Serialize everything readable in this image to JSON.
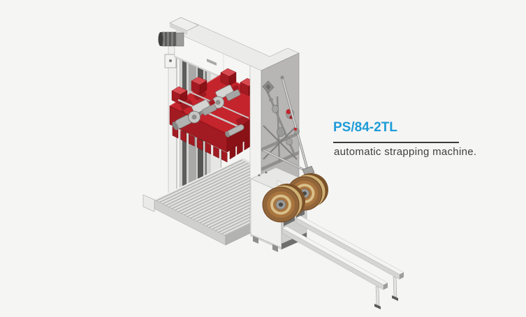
{
  "page": {
    "background": "#f5f5f4"
  },
  "product": {
    "model": "PS/84-2TL",
    "description": "automatic strapping machine."
  },
  "palette": {
    "background": "#f5f5f4",
    "accent_blue": "#1e9cd7",
    "text_dark": "#3f3f3f",
    "divider_dark": "#3a3a3a",
    "machine_red": "#c4242c",
    "machine_red_dark": "#a31b22",
    "machine_red_darker": "#8a1217",
    "red_highlight": "#d8494f",
    "frame_white": "#f6f6f4",
    "frame_light": "#ebebe9",
    "frame_mid": "#dedddb",
    "frame_gray": "#b7b6b4",
    "frame_gray_dark": "#9c9b99",
    "steel_dark": "#5d5d5b",
    "conveyor_bg": "#e3e3e1",
    "conveyor_stripe": "#b5b5b3",
    "coil_brown": "#92653a",
    "coil_brown_dark": "#7a5128",
    "coil_mid": "#a9753f",
    "coil_cream": "#d9bf8a",
    "coil_tan": "#d0b175",
    "hub_gray": "#9c9c9a"
  },
  "illustration": {
    "parts": [
      "top-beam",
      "drive-motor",
      "lift-mast",
      "left-column",
      "strapping-carriage",
      "strap-head-units",
      "roller-conveyor",
      "machine-body-column",
      "support-strut",
      "strap-coil-reels",
      "dispenser-box",
      "guide-rails"
    ]
  }
}
